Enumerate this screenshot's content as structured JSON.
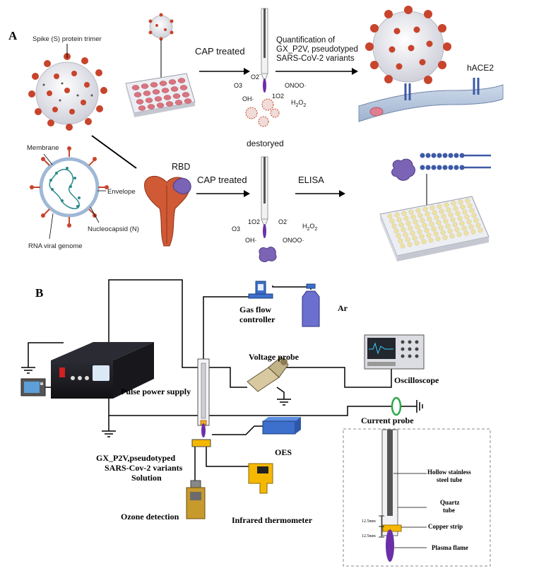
{
  "panel_a": {
    "label": "A",
    "spike_label": "Spike (S) protein trimer",
    "cap_treated_top": "CAP treated",
    "quant_line1": "Quantification of",
    "quant_line2": "GX_P2V,  pseudotyped",
    "quant_line3": "SARS-CoV-2 variants",
    "hace2": "hACE2",
    "destroyed": "destoryed",
    "membrane": "Membrane",
    "envelope": "Envelope",
    "nucleocapsid": "Nucleocapsid (N)",
    "rna": "RNA viral genome",
    "rbd": "RBD",
    "cap_treated_bottom": "CAP treated",
    "elisa": "ELISA",
    "species_top": {
      "o2": "O2",
      "o2_sup": "-",
      "o3": "O3",
      "oh": "OH·",
      "singlet": "1O2",
      "onoo": "ONOO·",
      "h2o2_h": "H",
      "h2o2_2a": "2",
      "h2o2_o": "O",
      "h2o2_2b": "2"
    },
    "species_bottom": {
      "singlet": "1O2",
      "o2": "O2",
      "o2_sup": "·",
      "o3": "O3",
      "oh": "OH·",
      "onoo": "ONOO·",
      "h2o2_h": "H",
      "h2o2_2a": "2",
      "h2o2_o": "O",
      "h2o2_2b": "2"
    }
  },
  "panel_b": {
    "label": "B",
    "gas_flow_1": "Gas flow",
    "gas_flow_2": "controller",
    "ar": "Ar",
    "voltage_probe": "Voltage probe",
    "oscilloscope": "Oscilloscope",
    "pulse_power_supply": "Pulse power supply",
    "current_probe": "Current probe",
    "oes": "OES",
    "solution_1": "GX_P2V,pseudotyped",
    "solution_2": "SARS-Cov-2 variants",
    "solution_3": "Solution",
    "ozone": "Ozone detection",
    "thermometer": "Infrared thermometer",
    "hollow_1": "Hollow stainless",
    "hollow_2": "steel tube",
    "quartz_1": "Quartz",
    "quartz_2": "tube",
    "copper": "Copper strip",
    "plasma": "Plasma flame",
    "dim_1": "12.5mm",
    "dim_2": "12.5mm"
  },
  "colors": {
    "spike": "#c8442c",
    "virus_body": "#e9e9ef",
    "plasma": "#6a2fa8",
    "rbd": "#7b63b5",
    "receptor": "#3d5aa6",
    "device": "#1d1d24",
    "gas_box": "#3d6fcc",
    "copper": "#f5b800"
  }
}
